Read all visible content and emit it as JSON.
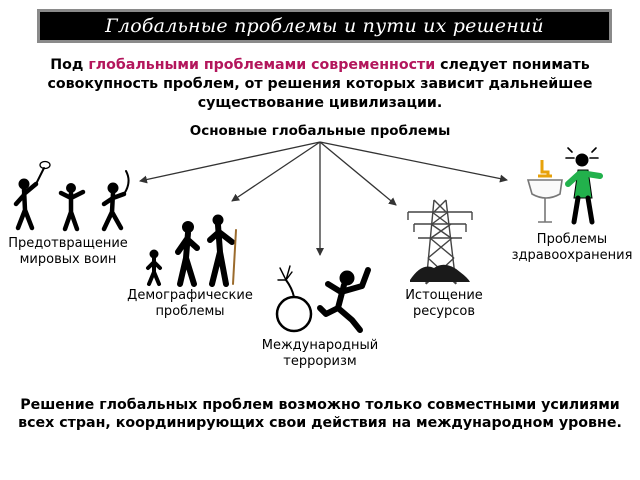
{
  "title": "Глобальные проблемы и пути их решений",
  "intro": {
    "before": "Под ",
    "highlight": "глобальными проблемами современности",
    "after": " следует понимать совокупность проблем, от решения которых зависит дальнейшее существование цивилизации."
  },
  "subtitle": "Основные глобальные проблемы",
  "problems": {
    "war": "Предотвращение мировых воин",
    "demography": "Демографические проблемы",
    "terrorism": "Международный терроризм",
    "resources": "Истощение ресурсов",
    "health": "Проблемы здравоохранения"
  },
  "conclusion": "Решение глобальных проблем возможно только совместными усилиями всех стран, координирующих свои действия на международном уровне.",
  "colors": {
    "accent": "#b3165c",
    "title_bg": "#000000",
    "title_border": "#8a8a8a",
    "health_figure": "#22b14c"
  }
}
